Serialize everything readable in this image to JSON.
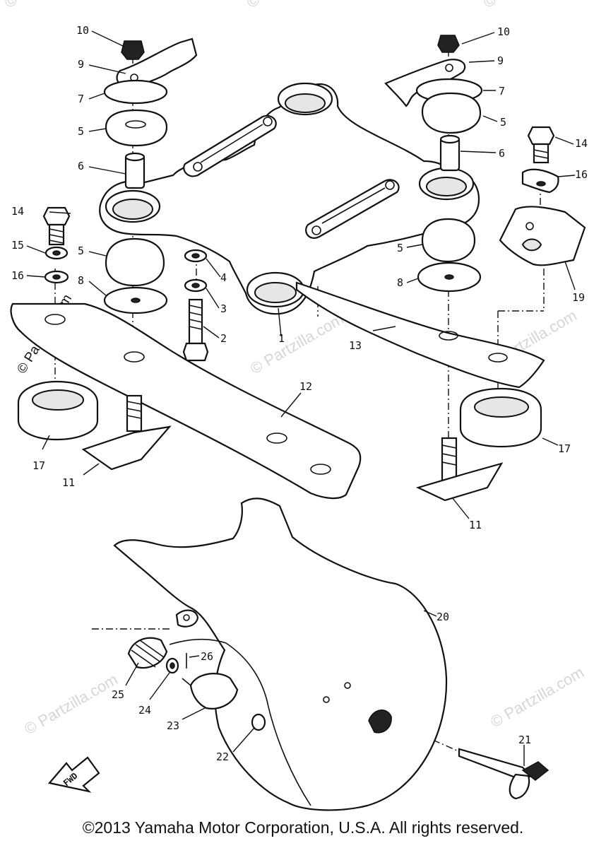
{
  "diagram": {
    "callouts": [
      {
        "id": "c10a",
        "label": "10"
      },
      {
        "id": "c9a",
        "label": "9"
      },
      {
        "id": "c7a",
        "label": "7"
      },
      {
        "id": "c5a",
        "label": "5"
      },
      {
        "id": "c6a",
        "label": "6"
      },
      {
        "id": "c10b",
        "label": "10"
      },
      {
        "id": "c9b",
        "label": "9"
      },
      {
        "id": "c7b",
        "label": "7"
      },
      {
        "id": "c5b",
        "label": "5"
      },
      {
        "id": "c6b",
        "label": "6"
      },
      {
        "id": "c14a",
        "label": "14"
      },
      {
        "id": "c15",
        "label": "15"
      },
      {
        "id": "c16a",
        "label": "16"
      },
      {
        "id": "c5c",
        "label": "5"
      },
      {
        "id": "c8a",
        "label": "8"
      },
      {
        "id": "c4",
        "label": "4"
      },
      {
        "id": "c3",
        "label": "3"
      },
      {
        "id": "c2",
        "label": "2"
      },
      {
        "id": "c1",
        "label": "1"
      },
      {
        "id": "c14b",
        "label": "14"
      },
      {
        "id": "c16b",
        "label": "16"
      },
      {
        "id": "c19",
        "label": "19"
      },
      {
        "id": "c5d",
        "label": "5"
      },
      {
        "id": "c8b",
        "label": "8"
      },
      {
        "id": "c13",
        "label": "13"
      },
      {
        "id": "c12",
        "label": "12"
      },
      {
        "id": "c17a",
        "label": "17"
      },
      {
        "id": "c11a",
        "label": "11"
      },
      {
        "id": "c17b",
        "label": "17"
      },
      {
        "id": "c11b",
        "label": "11"
      },
      {
        "id": "c20",
        "label": "20"
      },
      {
        "id": "c26",
        "label": "26"
      },
      {
        "id": "c25",
        "label": "25"
      },
      {
        "id": "c24",
        "label": "24"
      },
      {
        "id": "c23",
        "label": "23"
      },
      {
        "id": "c22",
        "label": "22"
      },
      {
        "id": "c21",
        "label": "21"
      }
    ],
    "fwd_label": "FWD",
    "watermark": "© Partzilla.com",
    "side_watermark": "© Partzilla.com"
  },
  "footer": {
    "copyright": "©2013 Yamaha Motor Corporation, U.S.A. All rights reserved."
  }
}
